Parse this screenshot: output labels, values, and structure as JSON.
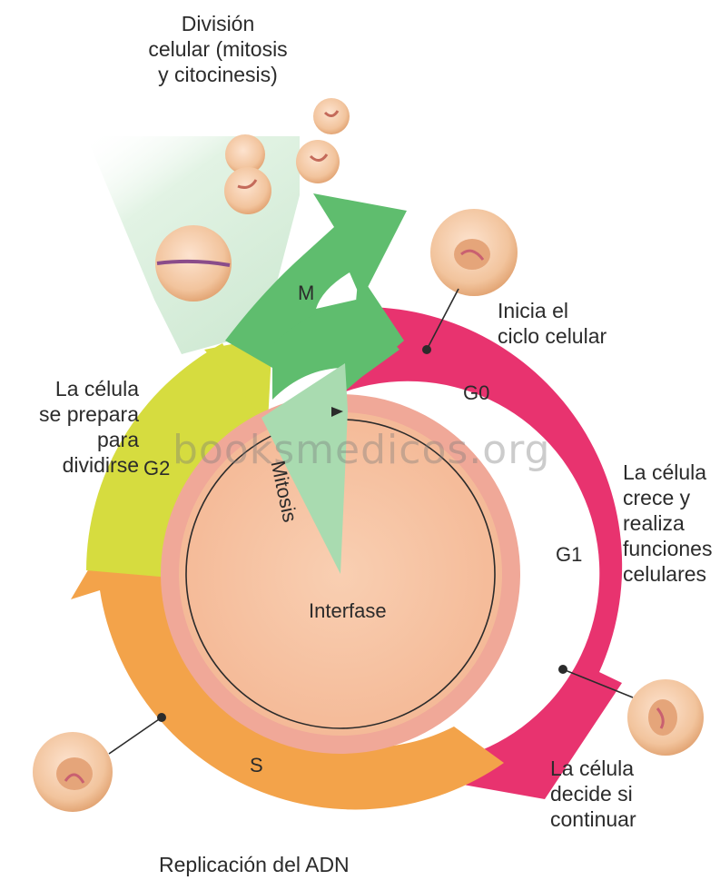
{
  "labels": {
    "division": [
      "División",
      "celular (mitosis",
      "y citocinesis)"
    ],
    "inicia": [
      "Inicia el",
      "ciclo celular"
    ],
    "prepara": [
      "La célula",
      "se prepara",
      "para",
      "dividirse"
    ],
    "crece": [
      "La célula",
      "crece y",
      "realiza",
      "funciones",
      "celulares"
    ],
    "decide": [
      "La célula",
      "decide si",
      "continuar"
    ],
    "replicacion": "Replicación del ADN"
  },
  "phases": {
    "m": "M",
    "g0": "G0",
    "g1": "G1",
    "g2": "G2",
    "s": "S",
    "mitosis": "Mitosis",
    "interfase": "Interfase"
  },
  "watermark": "booksmedicos.org",
  "colors": {
    "mitosis_green": "#5fbd6e",
    "g0_g1_magenta": "#e8336f",
    "g2_yellow": "#d6dc3f",
    "s_orange": "#f3a34a",
    "interfase_fill": "#f7c4a4",
    "ring": "#f0a898",
    "fan": "#d9f0dd"
  }
}
